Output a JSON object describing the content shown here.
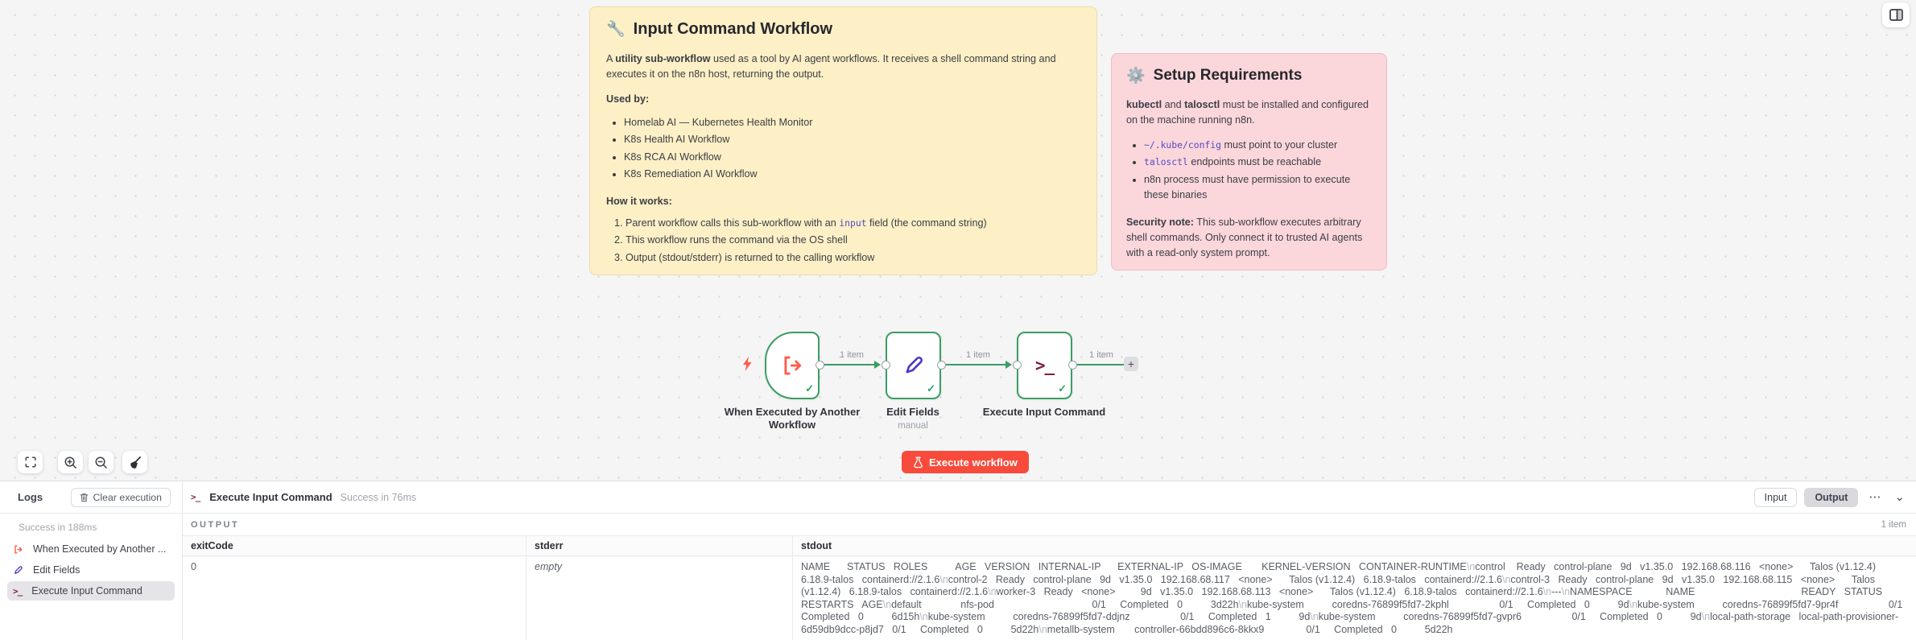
{
  "colors": {
    "primary_red": "#f84b3b",
    "success_green": "#3a9e62",
    "trigger_coral": "#ff5d49",
    "edit_blue": "#4636c7",
    "terminal_maroon": "#7a1f3d",
    "empty_red": "#e73b63"
  },
  "notes": {
    "workflow": {
      "icon": "🔧",
      "title": "Input Command Workflow",
      "intro": {
        "pre": "A ",
        "bold": "utility sub-workflow",
        "post": " used as a tool by AI agent workflows. It receives a shell command string and executes it on the n8n host, returning the output."
      },
      "used_by_label": "Used by:",
      "used_by": [
        "Homelab AI — Kubernetes Health Monitor",
        "K8s Health AI Workflow",
        "K8s RCA AI Workflow",
        "K8s Remediation AI Workflow"
      ],
      "how_label": "How it works:",
      "steps": [
        {
          "pre": "Parent workflow calls this sub-workflow with an ",
          "code": "input",
          "post": " field (the command string)"
        },
        {
          "pre": "This workflow runs the command via the OS shell",
          "code": "",
          "post": ""
        },
        {
          "pre": "Output (stdout/stderr) is returned to the calling workflow",
          "code": "",
          "post": ""
        }
      ]
    },
    "setup": {
      "icon": "⚙️",
      "title": "Setup Requirements",
      "intro": {
        "bold1": "kubectl",
        "mid": " and ",
        "bold2": "talosctl",
        "post": " must be installed and configured on the machine running n8n."
      },
      "bullets": [
        {
          "code": "~/.kube/config",
          "text": " must point to your cluster"
        },
        {
          "code": "talosctl",
          "text": " endpoints must be reachable"
        },
        {
          "code": "",
          "text": "n8n process must have permission to execute these binaries"
        }
      ],
      "security": {
        "bold": "Security note:",
        "text": " This sub-workflow executes arbitrary shell commands. Only connect it to trusted AI agents with a read-only system prompt."
      }
    }
  },
  "workflow": {
    "nodes": [
      {
        "label": "When Executed by Another Workflow",
        "subtitle": ""
      },
      {
        "label": "Edit Fields",
        "subtitle": "manual"
      },
      {
        "label": "Execute Input Command",
        "subtitle": ""
      }
    ],
    "connections": [
      {
        "label": "1 item"
      },
      {
        "label": "1 item"
      },
      {
        "label": "1 item"
      }
    ],
    "add_label": "+",
    "check_glyph": "✓",
    "terminal_glyph": ">_",
    "execute_button": "Execute workflow"
  },
  "logs": {
    "title": "Logs",
    "clear_button": "Clear execution",
    "overall_status": "Success in 188ms",
    "items": [
      {
        "label": "When Executed by Another ..."
      },
      {
        "label": "Edit Fields"
      },
      {
        "label": "Execute Input Command"
      }
    ],
    "detail": {
      "node_title": "Execute Input Command",
      "status": "Success in 76ms",
      "input_tab": "Input",
      "output_tab": "Output",
      "more_icon": "⋯",
      "collapse_icon": "⌄",
      "section_label": "OUTPUT",
      "items_count": "1 item",
      "table": {
        "headers": {
          "exitCode": "exitCode",
          "stderr": "stderr",
          "stdout": "stdout"
        },
        "row": {
          "exitCode": "0",
          "stderr": "empty",
          "stdout": "NAME      STATUS   ROLES          AGE   VERSION   INTERNAL-IP      EXTERNAL-IP   OS-IMAGE       KERNEL-VERSION   CONTAINER-RUNTIME\\ncontrol    Ready   control-plane   9d   v1.35.0   192.168.68.116   <none>      Talos (v1.12.4)   6.18.9-talos   containerd://2.1.6\\ncontrol-2   Ready   control-plane   9d   v1.35.0   192.168.68.117   <none>      Talos (v1.12.4)   6.18.9-talos   containerd://2.1.6\\ncontrol-3   Ready   control-plane   9d   v1.35.0   192.168.68.115   <none>      Talos (v1.12.4)   6.18.9-talos   containerd://2.1.6\\nworker-3   Ready   <none>         9d   v1.35.0   192.168.68.113   <none>      Talos (v1.12.4)   6.18.9-talos   containerd://2.1.6\\n---\\nNAMESPACE            NAME                                      READY   STATUS      RESTARTS   AGE\\ndefault              nfs-pod                                   0/1     Completed   0          3d22h\\nkube-system          coredns-76899f5fd7-2kphl                  0/1     Completed   0          9d\\nkube-system          coredns-76899f5fd7-9pr4f                  0/1     Completed   0          6d15h\\nkube-system          coredns-76899f5fd7-ddjnz                  0/1     Completed   1          9d\\nkube-system          coredns-76899f5fd7-gvpr6                  0/1     Completed   0          9d\\nlocal-path-storage   local-path-provisioner-6d59db9dcc-p8jd7   0/1     Completed   0          5d22h\\nmetallb-system       controller-66bdd896c6-8kkx9               0/1     Completed   0          5d22h"
        }
      }
    }
  }
}
